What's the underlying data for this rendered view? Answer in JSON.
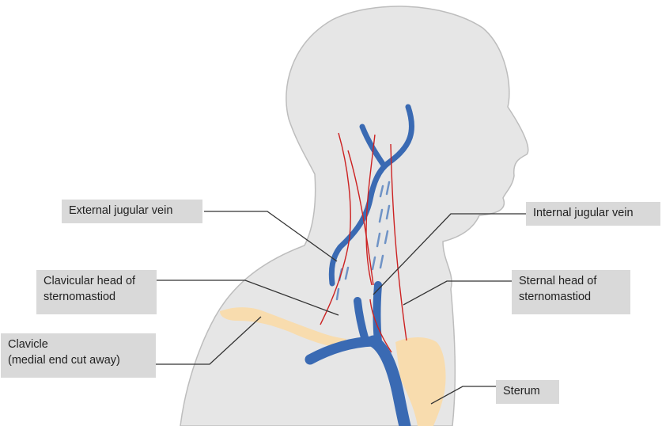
{
  "labels": {
    "external_jugular_vein": "External jugular vein",
    "internal_jugular_vein": "Internal jugular vein",
    "clavicular_head": [
      "Clavicular head of",
      "sternomastiod"
    ],
    "sternal_head": [
      "Sternal head of",
      "sternomastiod"
    ],
    "clavicle": [
      "Clavicle",
      "(medial end cut away)"
    ],
    "sternum": "Sterum"
  },
  "colors": {
    "body_silhouette": "#e6e6e6",
    "body_outline": "#bdbdbd",
    "vein": "#3a6ab3",
    "muscle_line": "#cc2222",
    "bone": "#f8dcae",
    "label_background": "#d9d9d9",
    "leader_line": "#333333"
  }
}
